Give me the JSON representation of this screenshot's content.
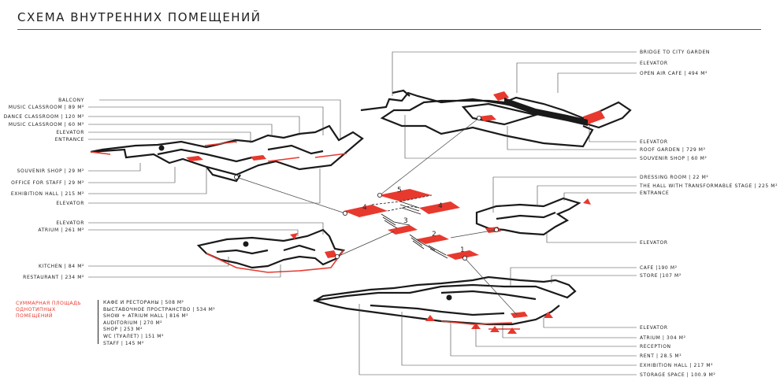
{
  "title": "СХЕМА ВНУТРЕННИХ ПОМЕЩЕНИЙ",
  "colors": {
    "accent": "#e8392e",
    "line": "#1a1a1a",
    "leader": "#444444"
  },
  "labels_top_left": [
    "BALCONY",
    "MUSIC CLASSROOM | 89 М²",
    "DANCE CLASSROOM | 120 М²",
    "MUSIC CLASSROOM | 60 М²",
    "ELEVATOR",
    "ENTRANCE",
    "SOUVENIR SHOP | 29 М²",
    "OFFICE FOR STAFF | 29 М²",
    "EXHIBITION HALL | 215 М²",
    "ELEVATOR"
  ],
  "labels_mid_left": [
    "ELEVATOR",
    "ATRIUM | 261 М²",
    "KITCHEN | 84 М²",
    "RESTAURANT | 234 М²"
  ],
  "labels_top_right": [
    "BRIDGE TO CITY GARDEN",
    "ELEVATOR",
    "OPEN AIR CAFE | 494 М²",
    "ELEVATOR",
    "ROOF GARDEN | 729 М²",
    "SOUVENIR SHOP | 60 М²"
  ],
  "labels_mid_right": [
    "DRESSING ROOM | 22 М²",
    "THE HALL WITH TRANSFORMABLE STAGE | 225 М²",
    "ENTRANCE",
    "ELEVATOR"
  ],
  "labels_bottom_right": [
    "CAFE |190 М²",
    "STORE |107 М²",
    "ELEVATOR",
    "ATRIUM | 304 М²",
    "RECEPTION",
    "RENT | 28.5 М²",
    "EXHIBITION HALL | 217 М²",
    "STORAGE SPACE | 100.9 М²"
  ],
  "stair_numbers": [
    "5",
    "4",
    "4",
    "3",
    "2",
    "1"
  ],
  "summary": {
    "title_line1": "СУММАРНАЯ ПЛОЩАДЬ",
    "title_line2": "ОДНОТИПНЫХ ПОМЕЩЕНИЙ",
    "rows": [
      "КАФЕ И РЕСТОРАНЫ | 508 М²",
      "ВЫСТАВОЧНОЕ ПРОСТРАНСТВО | 534 М²",
      "SHOW + ATRIUM HALL | 816 М²",
      "AUDITORIUM | 270 М²",
      "SHOP | 253 М²",
      "WC (ТУАЛЕТ) | 151 М²",
      "STAFF | 145 М²"
    ]
  }
}
